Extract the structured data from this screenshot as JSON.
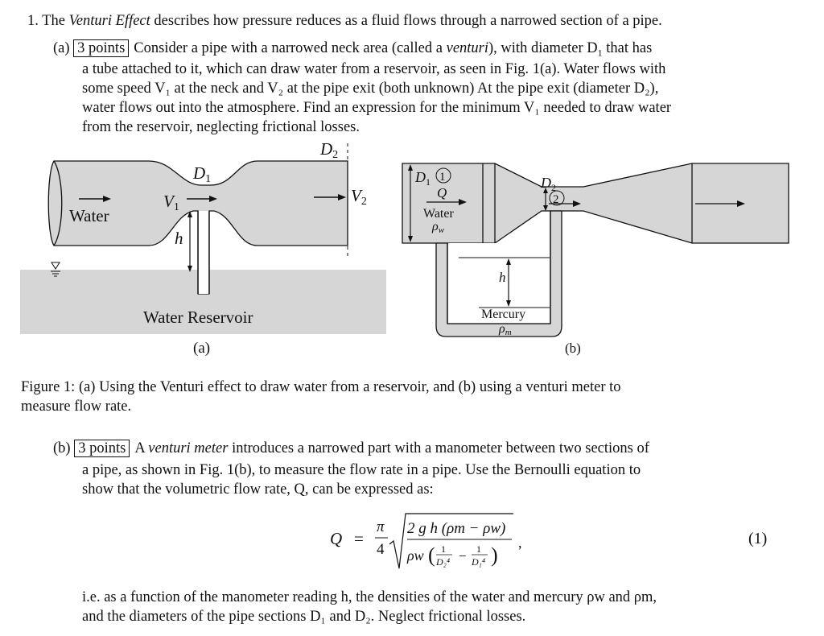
{
  "problem": {
    "number": "1.",
    "intro_a": "The ",
    "intro_term": "Venturi Effect",
    "intro_b": " describes how pressure reduces as a fluid flows through a narrowed section of a pipe."
  },
  "part_a": {
    "label": "(a)",
    "points": "3 points",
    "line1_a": "Consider a pipe with a narrowed neck area (called a ",
    "line1_term": "venturi",
    "line1_b": "), with diameter D",
    "line1_c": " that has",
    "line2": "a tube attached to it, which can draw water from a reservoir, as seen in Fig. 1(a). Water flows with",
    "line3": "some speed V₁ at the neck and V₂ at the pipe exit (both unknown) At the pipe exit (diameter D₂),",
    "line4": "water flows out into the atmosphere. Find an expression for the minimum V₁ needed to draw water",
    "line5": "from the reservoir, neglecting frictional losses."
  },
  "figure": {
    "a": {
      "water": "Water",
      "reservoir": "Water Reservoir",
      "sub_label": "(a)",
      "D1": "D",
      "D2": "D",
      "V1": "V",
      "V2": "V",
      "h": "h",
      "sub1": "1",
      "sub2": "2"
    },
    "b": {
      "D1": "D",
      "D2": "D",
      "sub1": "1",
      "sub2": "2",
      "circle1": "1",
      "circle2": "2",
      "Q": "Q",
      "water": "Water",
      "rho_w": "ρ",
      "w": "w",
      "h": "h",
      "mercury": "Mercury",
      "rho_m": "ρ",
      "m": "m",
      "sub_label": "(b)"
    },
    "caption_line1": "Figure 1: (a) Using the Venturi effect to draw water from a reservoir, and (b) using a venturi meter to",
    "caption_line2": "measure flow rate."
  },
  "part_b": {
    "label": "(b)",
    "points": "3 points",
    "line1_a": "A ",
    "line1_term": "venturi meter",
    "line1_b": " introduces a narrowed part with a manometer between two sections of",
    "line2": "a pipe, as shown in Fig. 1(b), to measure the flow rate in a pipe. Use the Bernoulli equation to",
    "line3": "show that the volumetric flow rate, Q, can be expressed as:",
    "eq_number": "(1)",
    "after1": "i.e. as a function of the manometer reading h, the densities of the water and mercury ρw and ρm,",
    "after2": "and the diameters of the pipe sections D₁ and D₂. Neglect frictional losses."
  },
  "equation": {
    "lhs": "Q",
    "equals": "=",
    "pi": "π",
    "four": "4",
    "numerator": "2 g h (ρm − ρw)",
    "den_rho": "ρw",
    "one_a": "1",
    "one_b": "1",
    "d2": "D₂⁴",
    "d1": "D₁⁴",
    "minus": "−",
    "comma": ","
  },
  "colors": {
    "water_fill": "#d6d6d6",
    "line": "#111111"
  }
}
